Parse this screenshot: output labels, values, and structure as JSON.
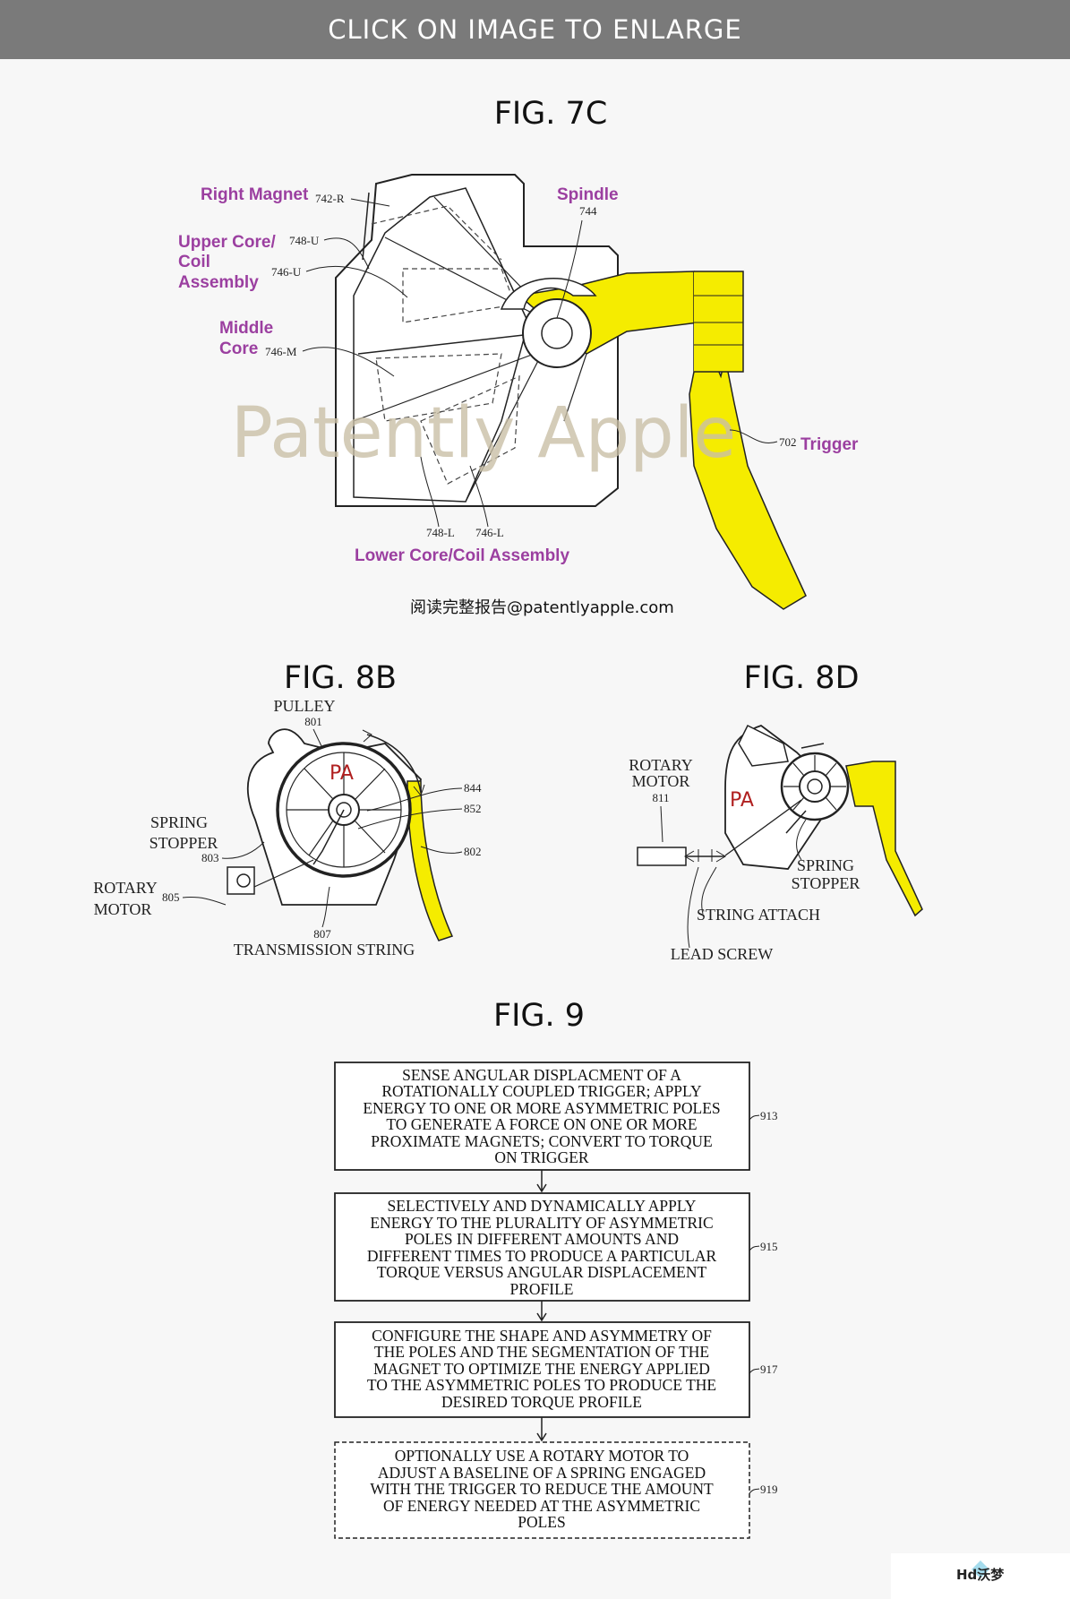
{
  "banner": {
    "text": "CLICK ON IMAGE TO ENLARGE"
  },
  "fig7c": {
    "title": "FIG. 7C",
    "labels": {
      "right_magnet": "Right Magnet",
      "upper_core_1": "Upper Core/",
      "upper_core_2": "Coil",
      "upper_core_3": "Assembly",
      "middle_core_1": "Middle",
      "middle_core_2": "Core",
      "spindle": "Spindle",
      "trigger": "Trigger",
      "lower_core": "Lower Core/Coil Assembly"
    },
    "refs": {
      "r742": "742-R",
      "r748u": "748-U",
      "r746u": "746-U",
      "r746m": "746-M",
      "r744": "744",
      "r702": "702",
      "r748l": "748-L",
      "r746l": "746-L"
    },
    "watermark": "Patently Apple",
    "credit": "阅读完整报告@patentlyapple.com"
  },
  "fig8b": {
    "title": "FIG. 8B",
    "pulley": "PULLEY",
    "r801": "801",
    "pa": "PA",
    "r844": "844",
    "r852": "852",
    "r802": "802",
    "spring_1": "SPRING",
    "spring_2": "STOPPER",
    "r803": "803",
    "rotary_1": "ROTARY",
    "rotary_2": "MOTOR",
    "r805": "805",
    "r807": "807",
    "transmission": "TRANSMISSION STRING"
  },
  "fig8d": {
    "title": "FIG. 8D",
    "rotary_1": "ROTARY",
    "rotary_2": "MOTOR",
    "r811": "811",
    "pa": "PA",
    "spring_1": "SPRING",
    "spring_2": "STOPPER",
    "string_attach": "STRING ATTACH",
    "lead_screw": "LEAD SCREW"
  },
  "fig9": {
    "title": "FIG. 9",
    "boxes": [
      {
        "ref": "913",
        "lines": [
          "SENSE ANGULAR DISPLACMENT OF A",
          "ROTATIONALLY COUPLED TRIGGER; APPLY",
          "ENERGY TO ONE OR MORE ASYMMETRIC POLES",
          "TO GENERATE A FORCE ON ONE OR MORE",
          "PROXIMATE MAGNETS; CONVERT TO TORQUE",
          "ON TRIGGER"
        ]
      },
      {
        "ref": "915",
        "lines": [
          "SELECTIVELY AND DYNAMICALLY APPLY",
          "ENERGY TO THE PLURALITY OF ASYMMETRIC",
          "POLES IN DIFFERENT AMOUNTS AND",
          "DIFFERENT TIMES TO PRODUCE A PARTICULAR",
          "TORQUE VERSUS ANGULAR DISPLACEMENT",
          "PROFILE"
        ]
      },
      {
        "ref": "917",
        "lines": [
          "CONFIGURE THE SHAPE AND ASYMMETRY OF",
          "THE POLES AND THE SEGMENTATION OF THE",
          "MAGNET TO OPTIMIZE THE ENERGY APPLIED",
          "TO THE ASYMMETRIC POLES TO PRODUCE THE",
          "DESIRED TORQUE PROFILE"
        ]
      },
      {
        "ref": "919",
        "lines": [
          "OPTIONALLY USE A ROTARY MOTOR TO",
          "ADJUST A BASELINE OF A SPRING ENGAGED",
          "WITH THE TRIGGER TO REDUCE THE AMOUNT",
          "OF ENERGY NEEDED AT THE ASYMMETRIC",
          "POLES"
        ]
      }
    ]
  },
  "logo": {
    "text": "Hd沃梦"
  },
  "colors": {
    "trigger": "#f5ec00",
    "label": "#9b3fa0",
    "pa": "#b02020",
    "banner": "#7a7a7a"
  }
}
